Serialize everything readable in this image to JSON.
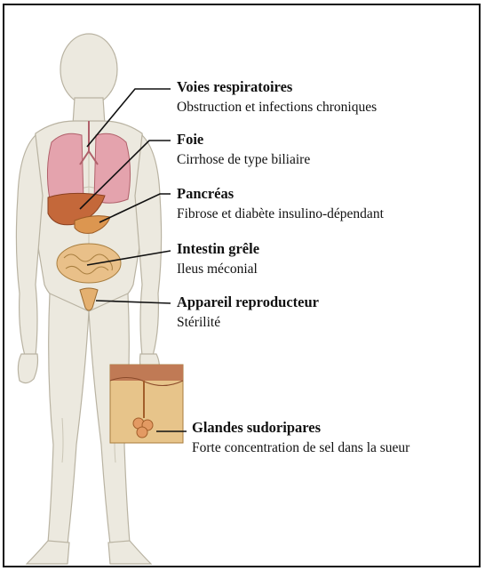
{
  "labels": {
    "respiratory": {
      "title": "Voies respiratoires",
      "desc": "Obstruction et infections chroniques"
    },
    "liver": {
      "title": "Foie",
      "desc": "Cirrhose de type biliaire"
    },
    "pancreas": {
      "title": "Pancréas",
      "desc": "Fibrose et diabète insulino-dépendant"
    },
    "intestine": {
      "title": "Intestin grêle",
      "desc": "Ileus méconial"
    },
    "reproductive": {
      "title": "Appareil reproducteur",
      "desc": "Stérilité"
    },
    "sweat_glands": {
      "title": "Glandes sudoripares",
      "desc": "Forte concentration de sel dans la sueur"
    }
  },
  "colors": {
    "skin": "#ece9df",
    "skin_shadow": "#cbc6b6",
    "lungs": "#e4a3ad",
    "liver": "#c4683a",
    "pancreas": "#dc9650",
    "intestine": "#e9c089",
    "skin_section": "#e7c48a"
  }
}
